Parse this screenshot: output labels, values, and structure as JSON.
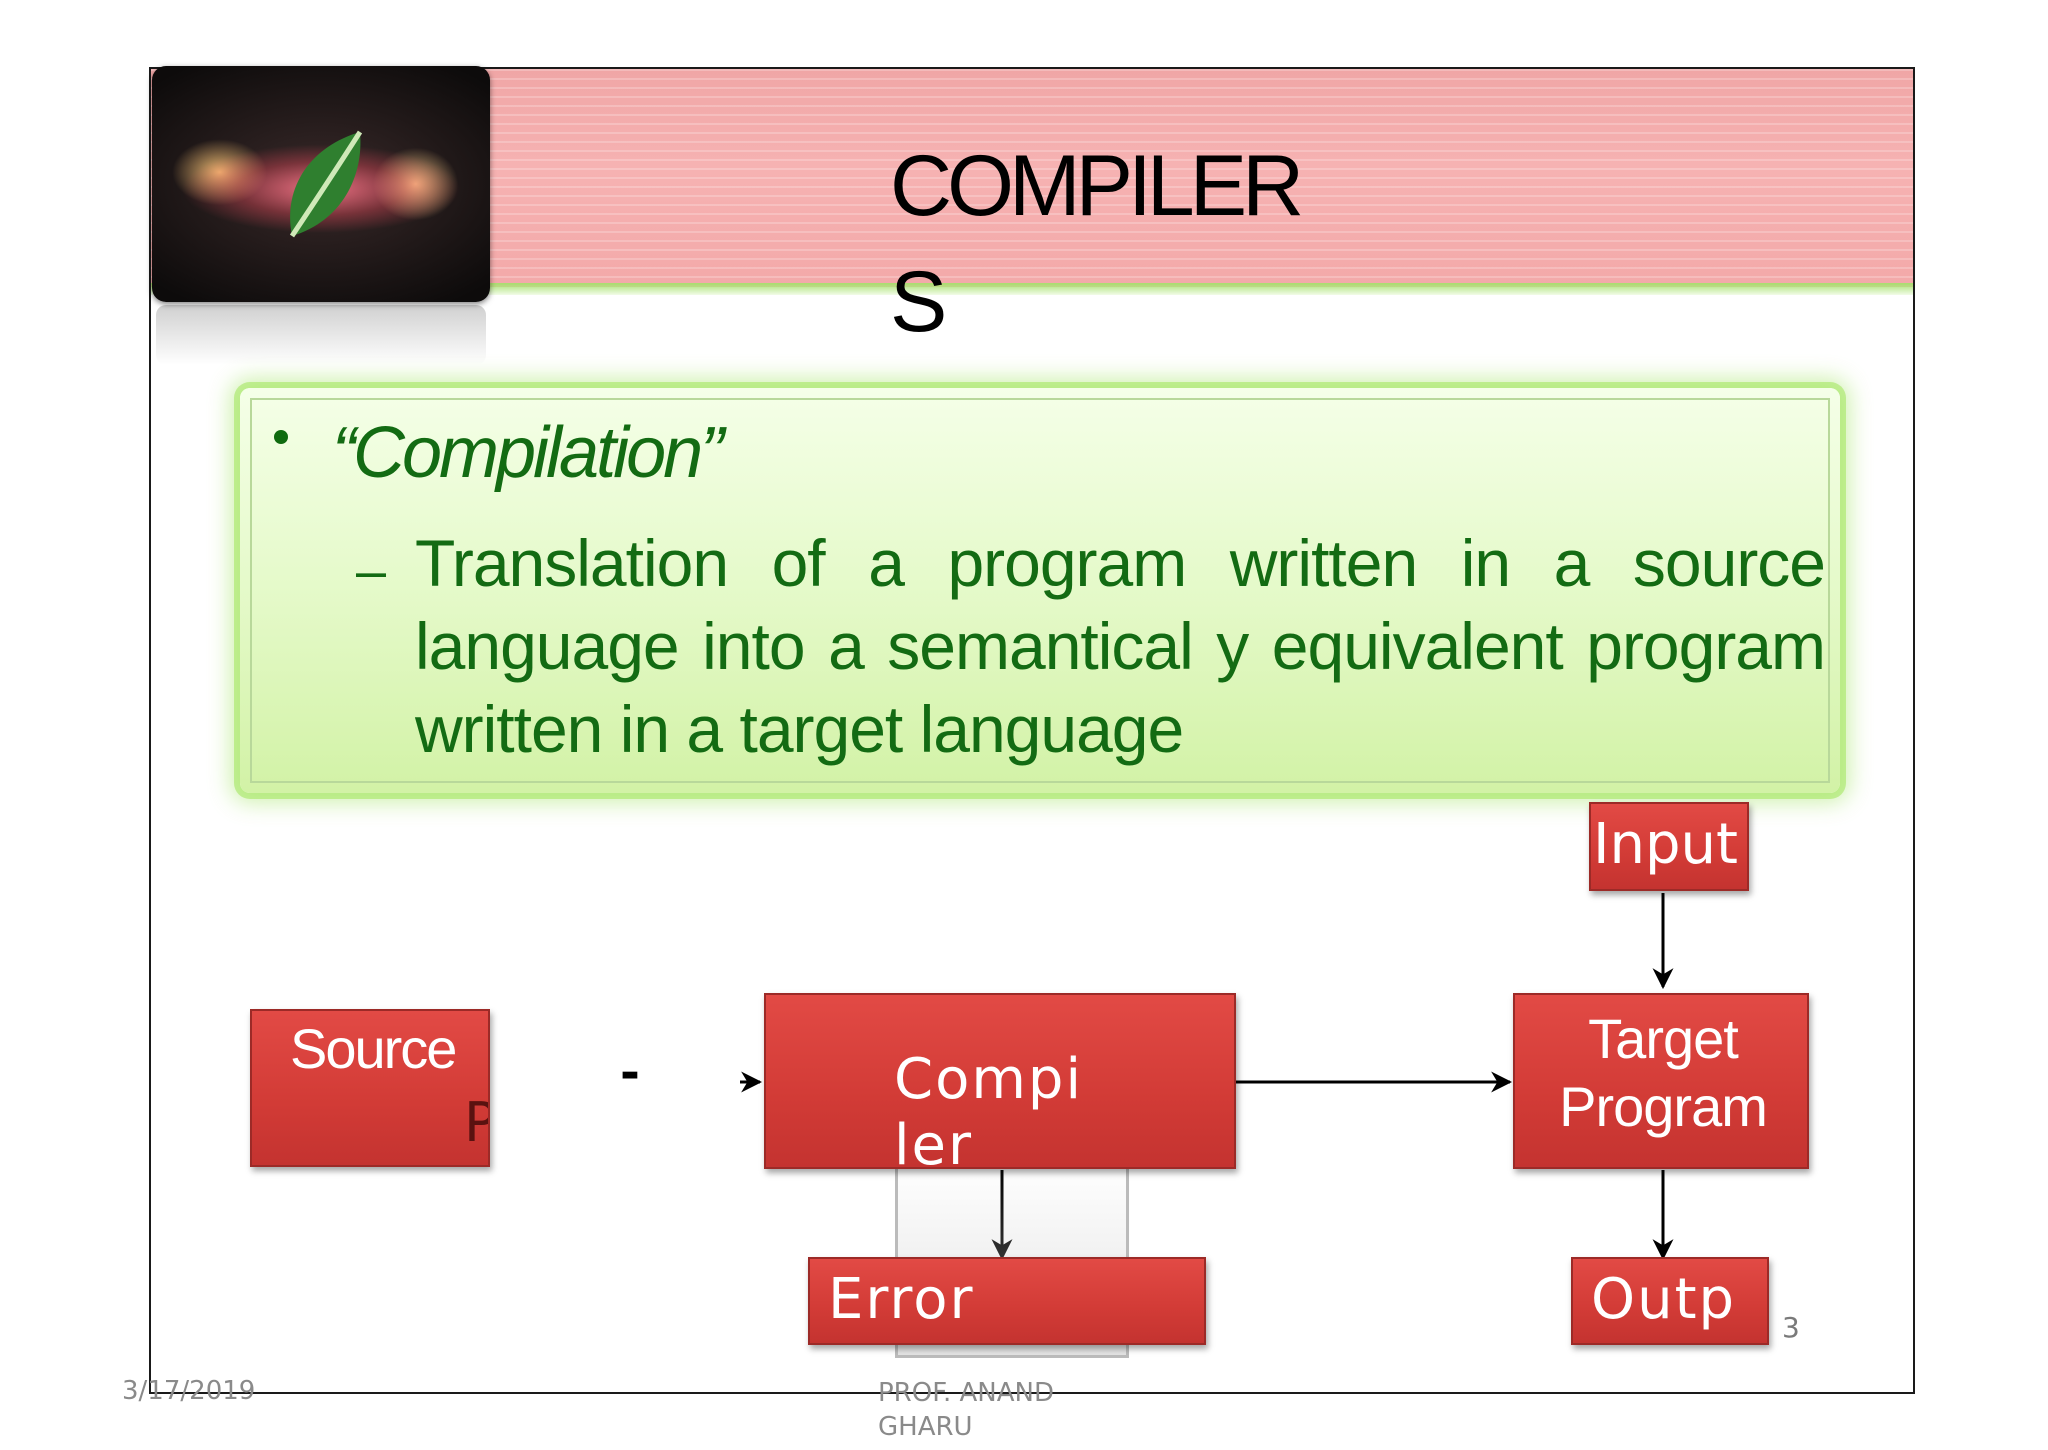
{
  "slide": {
    "title": "COMPILERS",
    "bullet": "“Compilation”",
    "sub_bullet": "Translation of a program written in a source language into a semantical y equivalent program written in a target language",
    "dash": "–"
  },
  "diagram": {
    "source_label": "Source",
    "source_overflow": "P",
    "compiler_label": "Compiler",
    "target_label": "Target Program",
    "input_label": "Input",
    "error_label": "Error",
    "output_label": "Outp",
    "stray_dash": "-"
  },
  "footer": {
    "date": "3/17/2019",
    "author": "PROF. ANAND GHARU",
    "page_number": "3"
  },
  "colors": {
    "title_band": "#f6b2b2",
    "content_green": "#e3f9c6",
    "text_green": "#136b13",
    "box_red": "#d23b36"
  }
}
